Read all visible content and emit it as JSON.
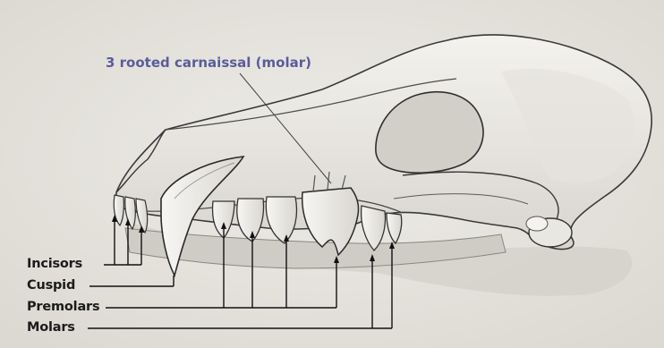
{
  "callout": {
    "text": "3 rooted carnaissal (molar)",
    "color": "#5a5c9c"
  },
  "tooth_labels": [
    {
      "key": "incisors",
      "text": "Incisors"
    },
    {
      "key": "cuspid",
      "text": "Cuspid"
    },
    {
      "key": "premolars",
      "text": "Premolars"
    },
    {
      "key": "molars",
      "text": "Molars"
    }
  ],
  "colors": {
    "paper": "#ebe8e2",
    "bone_light": "#f1efea",
    "bone_shade": "#c9c6c0",
    "ink": "#2a2a2a",
    "leader": "#111111"
  }
}
